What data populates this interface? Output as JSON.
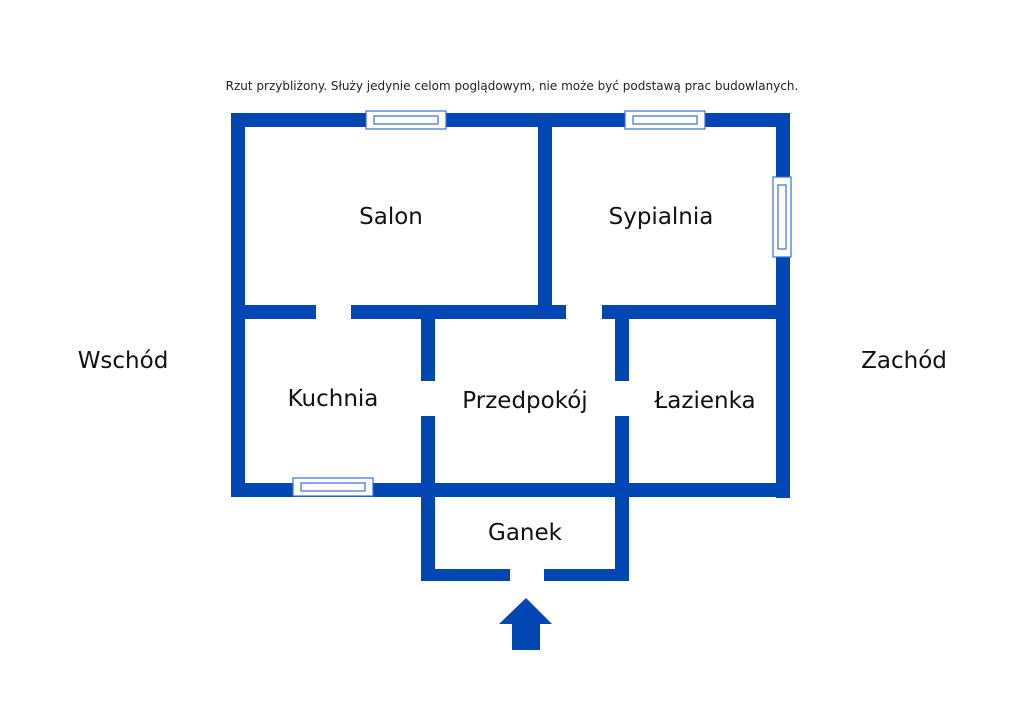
{
  "disclaimer": "Rzut przybliżony. Służy jedynie celom poglądowym, nie może być podstawą prac budowlanych.",
  "rooms": {
    "salon": "Salon",
    "sypialnia": "Sypialnia",
    "kuchnia": "Kuchnia",
    "przedpokoj": "Przedpokój",
    "lazienka": "Łazienka",
    "ganek": "Ganek"
  },
  "directions": {
    "east": "Wschód",
    "west": "Zachód"
  },
  "colors": {
    "wall": "#0047b3",
    "window_stroke": "#3a6fd0",
    "text": "#111111"
  },
  "icons": {
    "entrance": "arrow-up-icon"
  }
}
